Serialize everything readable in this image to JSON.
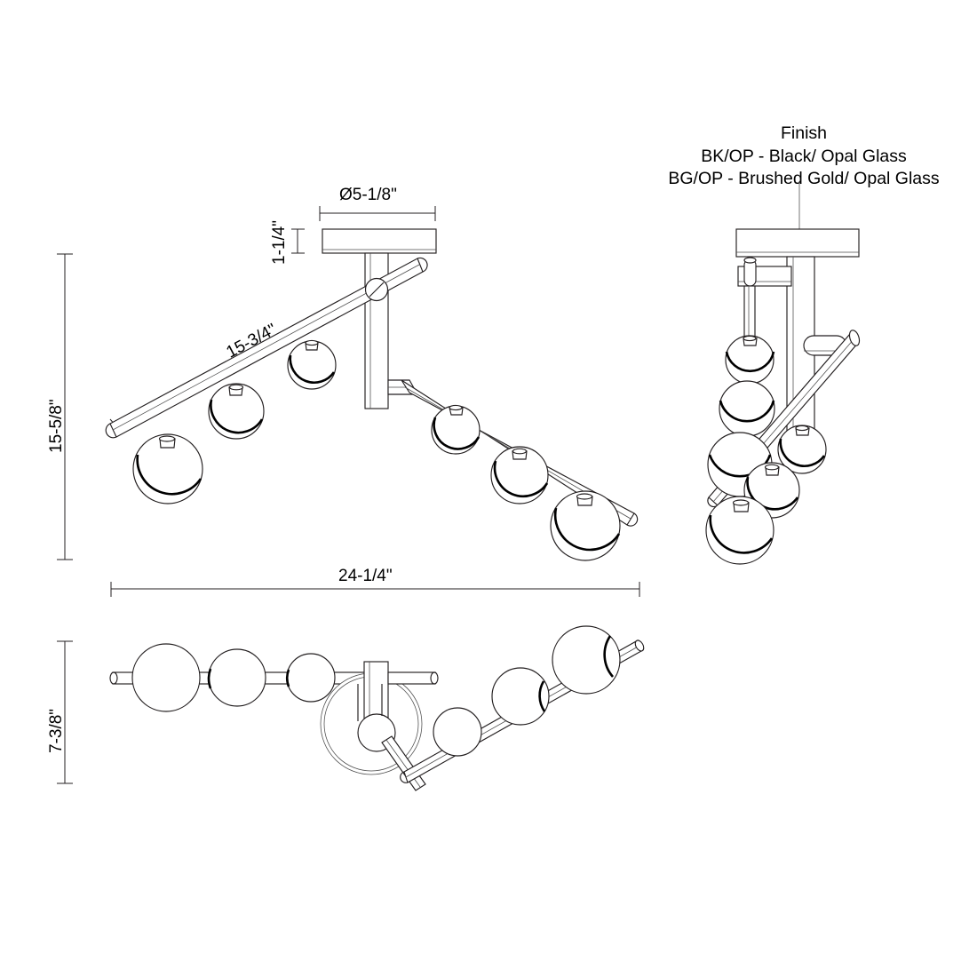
{
  "drawing": {
    "type": "technical-dimension-drawing",
    "subject": "6-light linear globe flush mount fixture",
    "views": [
      {
        "name": "front-elevation",
        "label": ""
      },
      {
        "name": "side-elevation",
        "label": ""
      },
      {
        "name": "plan-view",
        "label": ""
      }
    ]
  },
  "dimensions": {
    "canopy_diameter": "Ø5-1/8\"",
    "canopy_height": "1-1/4\"",
    "arm_length": "15-3/4\"",
    "overall_height": "15-5/8\"",
    "overall_width": "24-1/4\"",
    "overall_depth": "7-3/8\""
  },
  "notes": {
    "finish_title": "Finish",
    "finish_options": [
      "BK/OP - Black/ Opal Glass",
      "BG/OP - Brushed Gold/ Opal Glass"
    ]
  },
  "colors": {
    "line": "#231f20",
    "thin_line": "#3a3a3a",
    "accent": "#000000",
    "background": "#ffffff"
  },
  "globes": {
    "left_arm_count": 3,
    "right_arm_count": 3,
    "total_count": 6
  }
}
